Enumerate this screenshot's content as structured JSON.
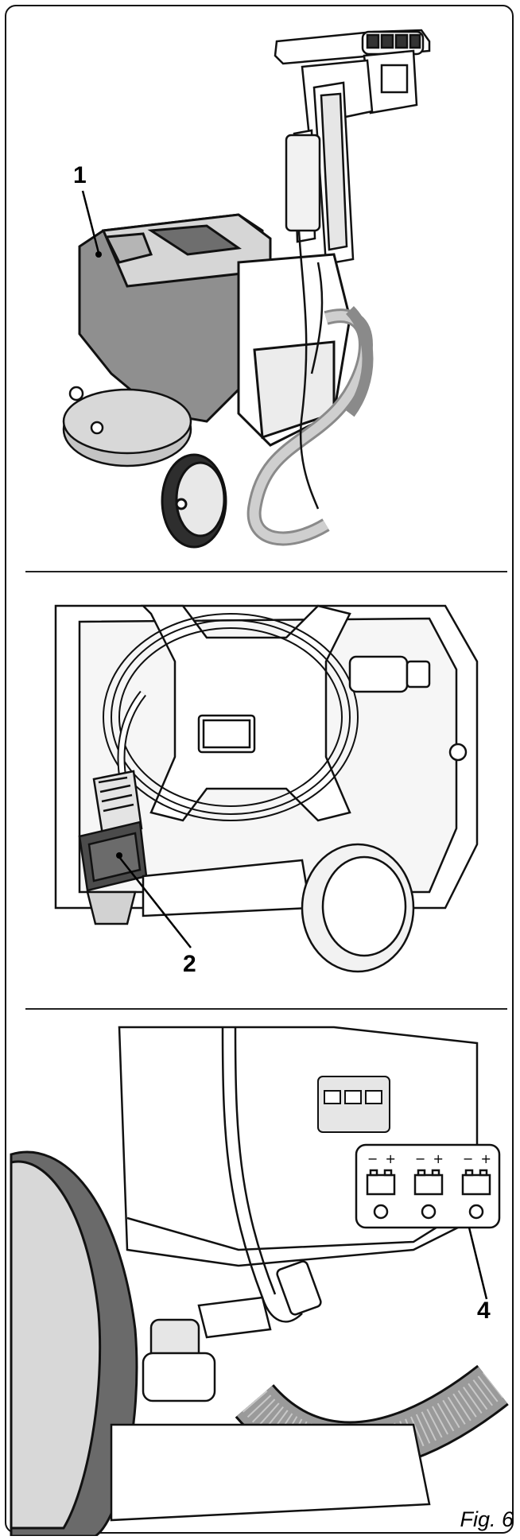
{
  "figure": {
    "caption": "Fig. 6"
  },
  "panels": [
    {
      "id": "panel-machine-overview",
      "callout": "1"
    },
    {
      "id": "panel-charger-plug",
      "callout": "2"
    },
    {
      "id": "panel-battery-indicator",
      "callout": "4",
      "indicator_symbols": [
        "− +",
        "− +",
        "− +"
      ]
    }
  ],
  "colors": {
    "line": "#111111",
    "body_gray": "#8f8f8f",
    "light_gray": "#d6d6d6",
    "mid_gray": "#b5b5b5",
    "dark_gray": "#5a5a5a"
  }
}
